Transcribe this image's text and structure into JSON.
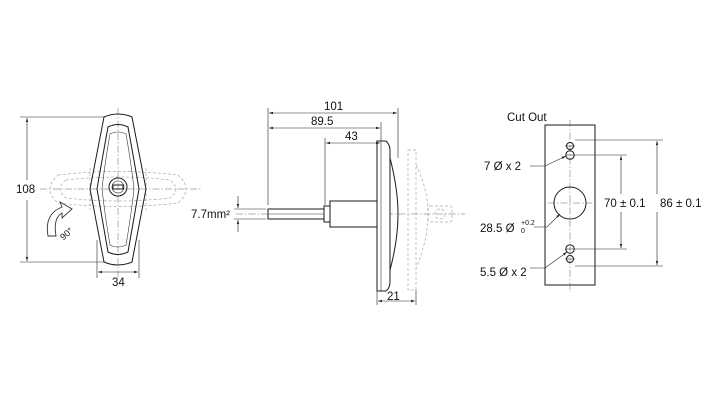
{
  "dimensions": {
    "front_height": "108",
    "front_width": "34",
    "rotation": "90°",
    "overall_length": "101",
    "length_89": "89.5",
    "length_43": "43",
    "shaft_square": "7.7mm²",
    "depth": "21"
  },
  "cutout": {
    "title": "Cut Out",
    "small_holes": "7 Ø x 2",
    "center_hole": "28.5 Ø",
    "center_tol_upper": "+0.2",
    "center_tol_lower": "0",
    "mount_holes": "5.5 Ø x 2",
    "inner_pitch": "70 ± 0.1",
    "outer_pitch": "86 ± 0.1"
  }
}
